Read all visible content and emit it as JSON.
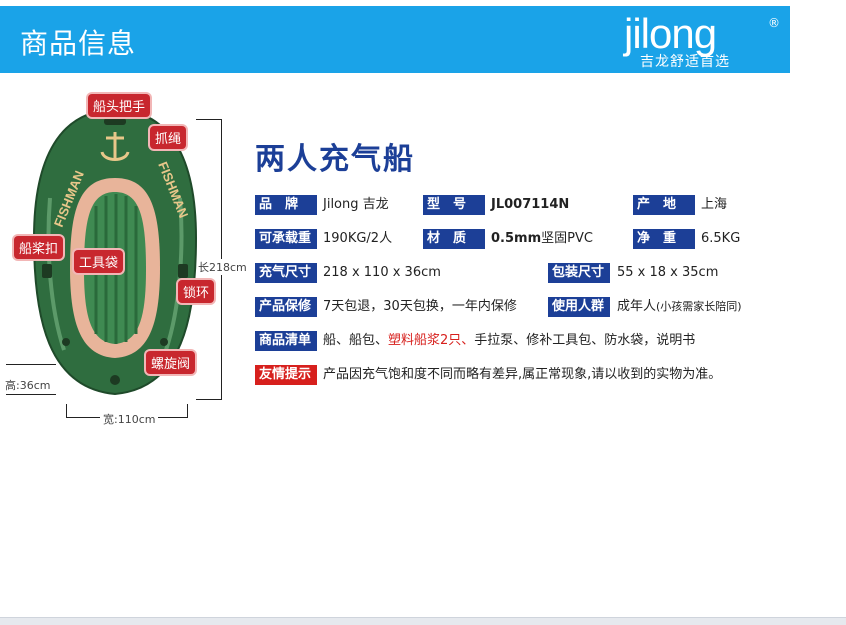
{
  "header": {
    "title": "商品信息",
    "logo_word": "jilong",
    "logo_reg": "®",
    "logo_tagline": "吉龙舒适首选"
  },
  "boat": {
    "side_text": "FISHMAN",
    "tags": {
      "bow_handle": "船头把手",
      "rope": "抓绳",
      "oar_lock": "船桨扣",
      "tool_bag": "工具袋",
      "ring": "锁环",
      "valve": "螺旋阀"
    },
    "dimensions": {
      "length": "长218cm",
      "height": "高:36cm",
      "width": "宽:110cm"
    }
  },
  "product": {
    "title": "两人充气船",
    "rows": [
      {
        "label_a": "品　牌",
        "value_a": "Jilong 吉龙",
        "label_b": "型　号",
        "value_b": "JL007114N",
        "label_c": "产　地",
        "value_c": "上海"
      },
      {
        "label_a": "可承载重",
        "value_a": "190KG/2人",
        "label_b": "材　质",
        "value_b_bold": "0.5mm",
        "value_b_rest": "坚固PVC",
        "label_c": "净　重",
        "value_c": "6.5KG"
      },
      {
        "label_a": "充气尺寸",
        "value_a": "218 x 110 x 36cm",
        "label_b": "包装尺寸",
        "value_b": "55 x 18 x 35cm"
      },
      {
        "label_a": "产品保修",
        "value_a": "7天包退，30天包换，一年内保修",
        "label_b": "使用人群",
        "value_b_main": "成年人",
        "value_b_small": "(小孩需家长陪同)"
      },
      {
        "label_a": "商品清单",
        "value_a_1": "船、船包、",
        "value_a_hl": "塑料船浆2只、",
        "value_a_2": "手拉泵、修补工具包、防水袋，说明书"
      },
      {
        "label_a": "友情提示",
        "value_a": "产品因充气饱和度不同而略有差异,属正常现象,请以收到的实物为准。"
      }
    ]
  },
  "colors": {
    "banner": "#1aa3e8",
    "label_blue": "#1c3f97",
    "label_red": "#d7201d",
    "boat_green": "#2f6d3f",
    "boat_inner": "#e8b49a"
  }
}
